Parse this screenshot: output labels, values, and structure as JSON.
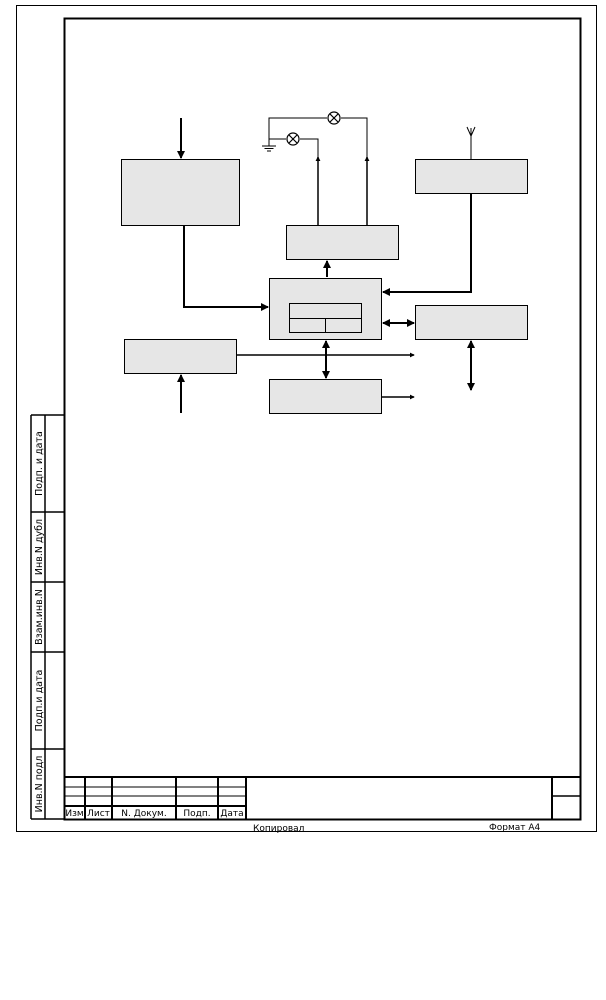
{
  "side_stamp": {
    "podp_i_data_1": "Подп.  и  дата",
    "inv_dubl": "Инв.N  дубл",
    "vzam_inv": "Взам.инв.N",
    "podp_i_data_2": "Подп.и  дата",
    "inv_podl": "Инв.N  подл"
  },
  "title_block": {
    "col_izm": "Изм",
    "col_list": "Лист",
    "col_dokum": "N. Докум.",
    "col_podp": "Подп.",
    "col_data": "Дата"
  },
  "footer": {
    "kopiroval": "Копировал",
    "format": "Формат  А4"
  },
  "colors": {
    "line": "#000000",
    "block_fill": "#e6e6e6"
  },
  "icons": [
    "lamp-icon",
    "ground-icon",
    "antenna-icon"
  ]
}
